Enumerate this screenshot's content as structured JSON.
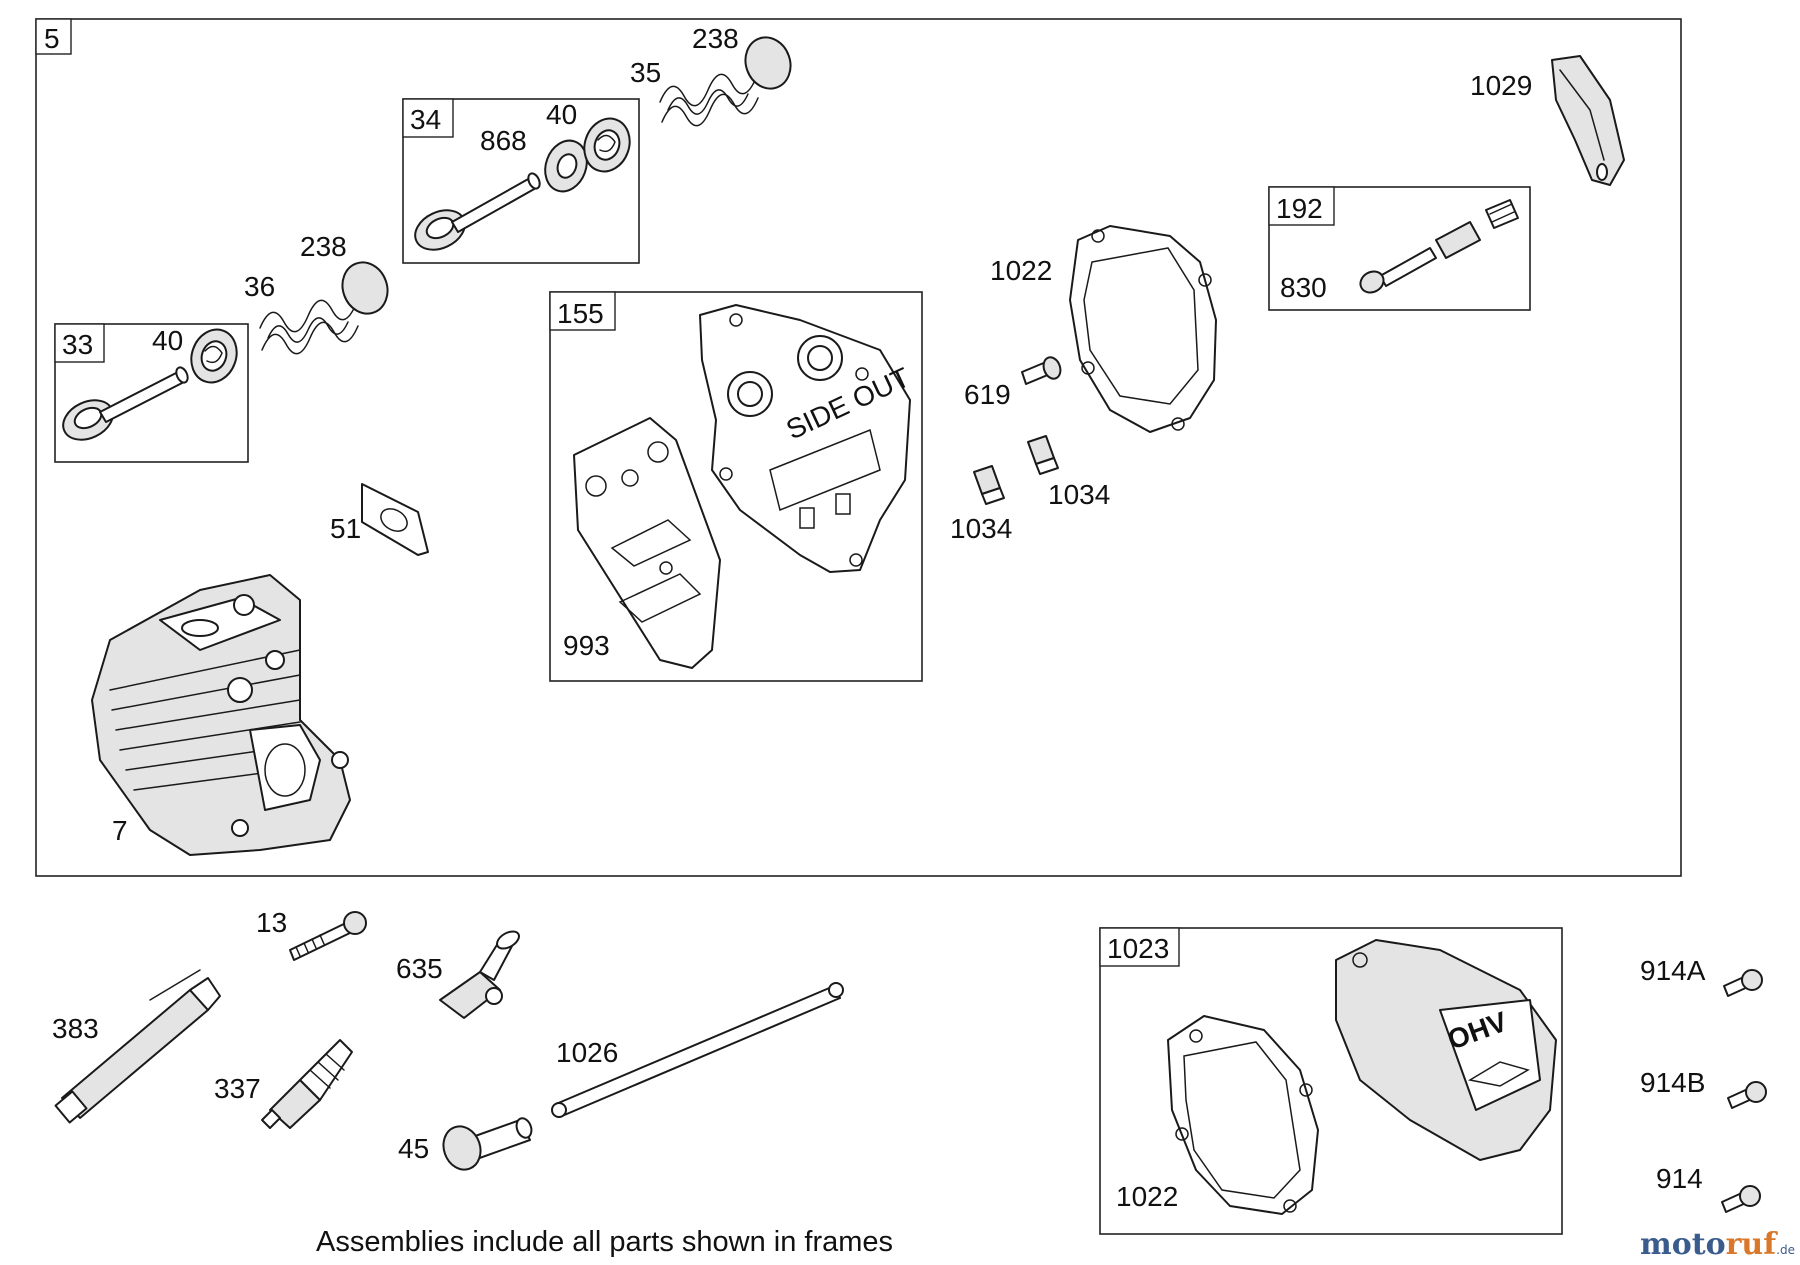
{
  "frames": {
    "f5": "5",
    "f33": "33",
    "f34": "34",
    "f155": "155",
    "f192": "192",
    "f1023": "1023"
  },
  "callouts": {
    "c238a": "238",
    "c35": "35",
    "c40a": "40",
    "c868": "868",
    "c238b": "238",
    "c36": "36",
    "c40b": "40",
    "c51": "51",
    "c7": "7",
    "c993": "993",
    "c1022a": "1022",
    "c619": "619",
    "c1034a": "1034",
    "c1034b": "1034",
    "c830": "830",
    "c1029": "1029",
    "c13": "13",
    "c635": "635",
    "c383": "383",
    "c337": "337",
    "c1026": "1026",
    "c45": "45",
    "c1022b": "1022",
    "c914A": "914A",
    "c914B": "914B",
    "c914": "914"
  },
  "gasket_text": "SIDE OUT",
  "cover_logo": "OHV",
  "footer_note": "Assemblies include all parts shown in frames",
  "watermark": {
    "part1": "moto",
    "part2": "ruf",
    "part3": ".de"
  }
}
